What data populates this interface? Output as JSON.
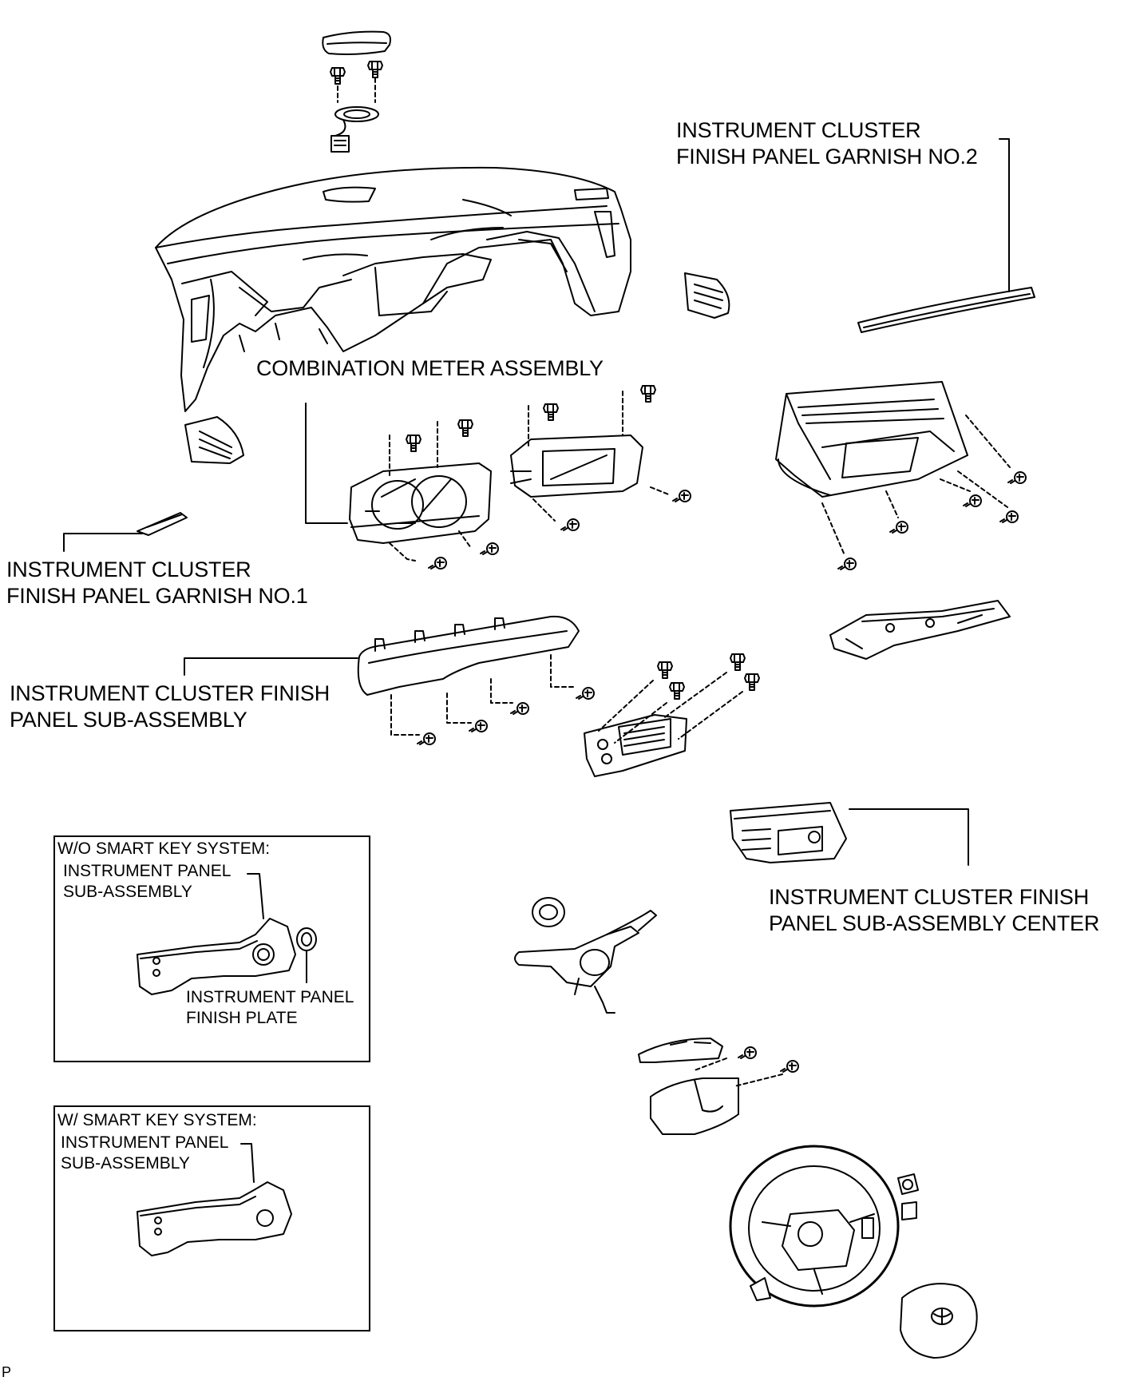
{
  "labels": {
    "garnish_no2_line1": "INSTRUMENT CLUSTER",
    "garnish_no2_line2": "FINISH PANEL GARNISH NO.2",
    "combination_meter": "COMBINATION METER ASSEMBLY",
    "garnish_no1_line1": "INSTRUMENT CLUSTER",
    "garnish_no1_line2": "FINISH PANEL GARNISH NO.1",
    "finish_panel_line1": "INSTRUMENT CLUSTER FINISH",
    "finish_panel_line2": "PANEL SUB-ASSEMBLY",
    "center_line1": "INSTRUMENT CLUSTER FINISH",
    "center_line2": "PANEL SUB-ASSEMBLY CENTER"
  },
  "inset_wo_smart_key": {
    "title": "W/O SMART KEY SYSTEM:",
    "panel_line1": "INSTRUMENT PANEL",
    "panel_line2": "SUB-ASSEMBLY",
    "plate_line1": "INSTRUMENT PANEL",
    "plate_line2": "FINISH PLATE"
  },
  "inset_w_smart_key": {
    "title": "W/ SMART KEY SYSTEM:",
    "panel_line1": "INSTRUMENT PANEL",
    "panel_line2": "SUB-ASSEMBLY"
  },
  "corner_code": "P"
}
